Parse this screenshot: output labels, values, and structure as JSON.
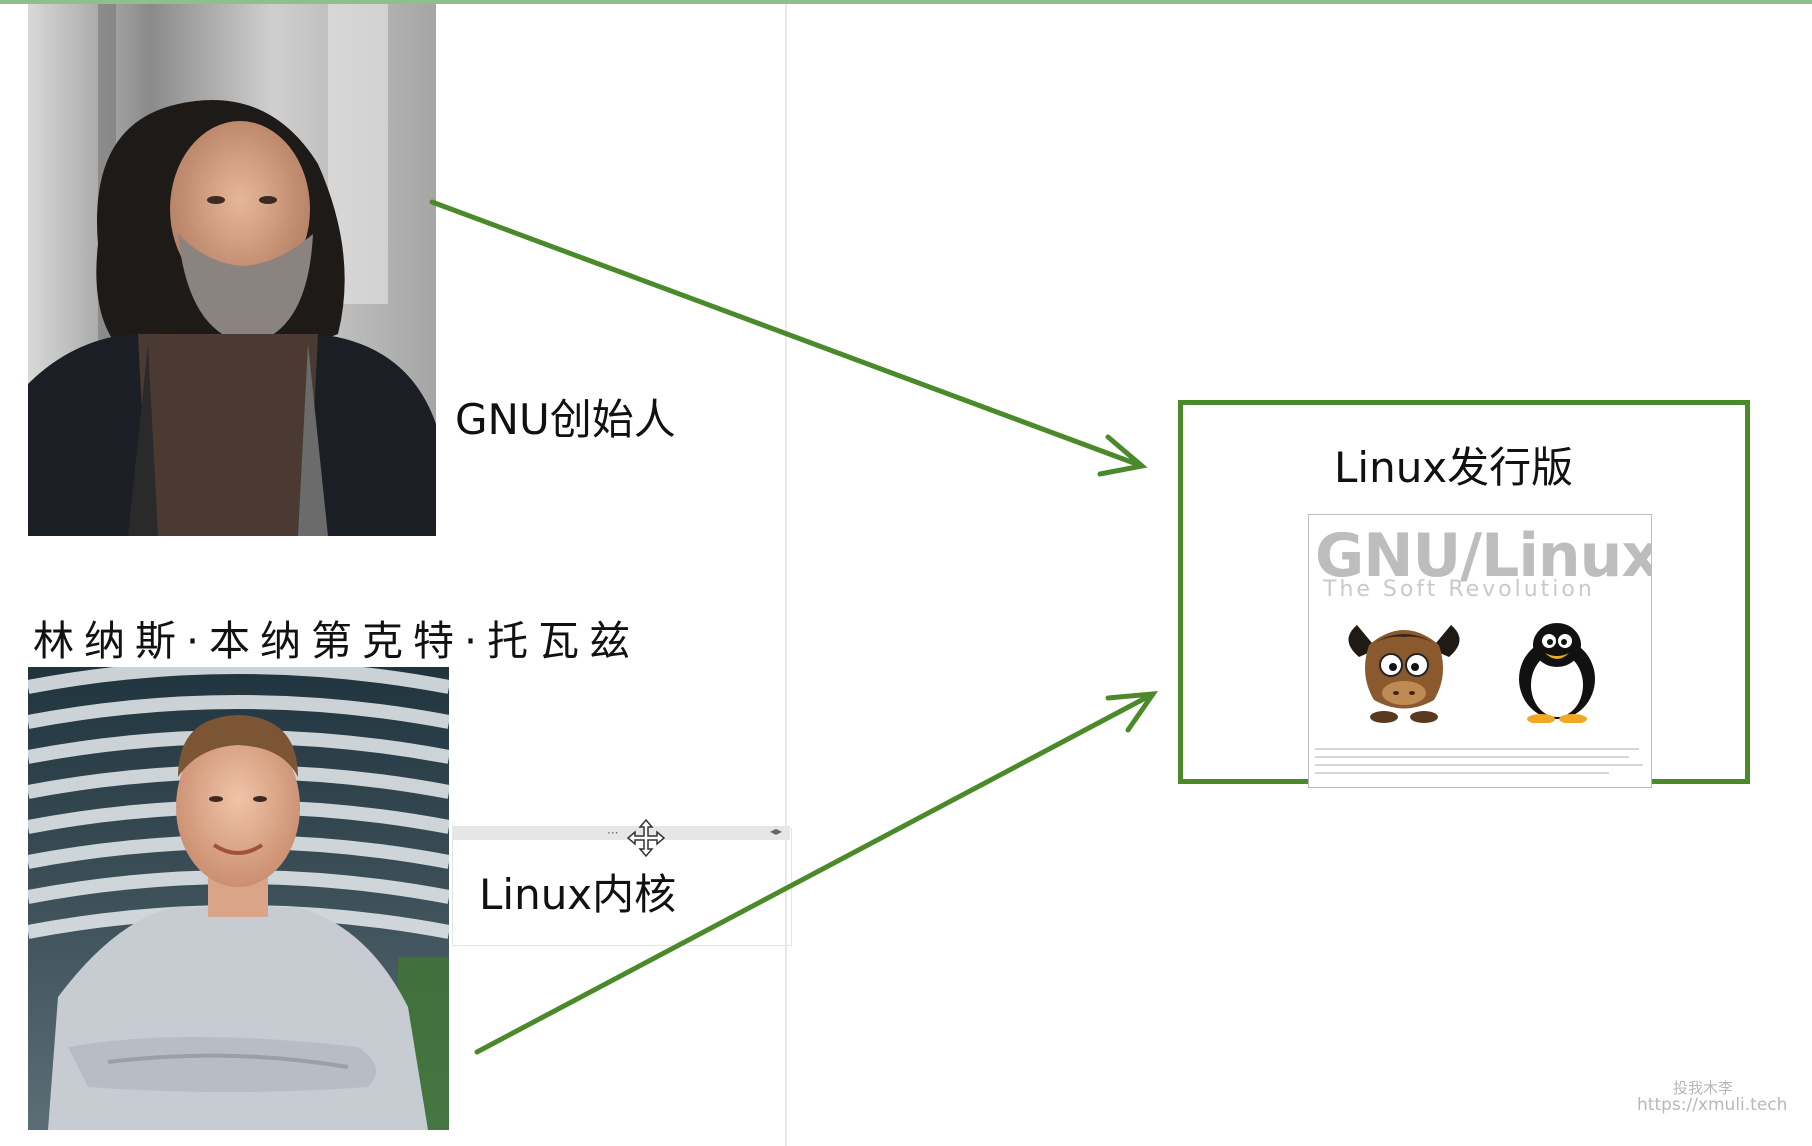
{
  "colors": {
    "accent": "#4b8a2b",
    "top_strip": "#8cc08c",
    "text": "#111111",
    "watermark": "#b8b8b8"
  },
  "slide": {
    "gnu_founder_label": "GNU创始人",
    "linus_name_label": "林纳斯·本纳第克特·托瓦兹",
    "kernel_label": "Linux内核",
    "distro_label": "Linux发行版"
  },
  "distro_logo": {
    "title": "GNU/Linux",
    "subtitle": "The Soft Revolution",
    "mascots": [
      "gnu-head-icon",
      "tux-penguin-icon"
    ]
  },
  "icons": {
    "move_handle": "move-cross-icon",
    "resize_dots": "···",
    "resize_arrows": "◂▸"
  },
  "watermark": {
    "name": "投我木李",
    "url": "https://xmuli.tech"
  }
}
